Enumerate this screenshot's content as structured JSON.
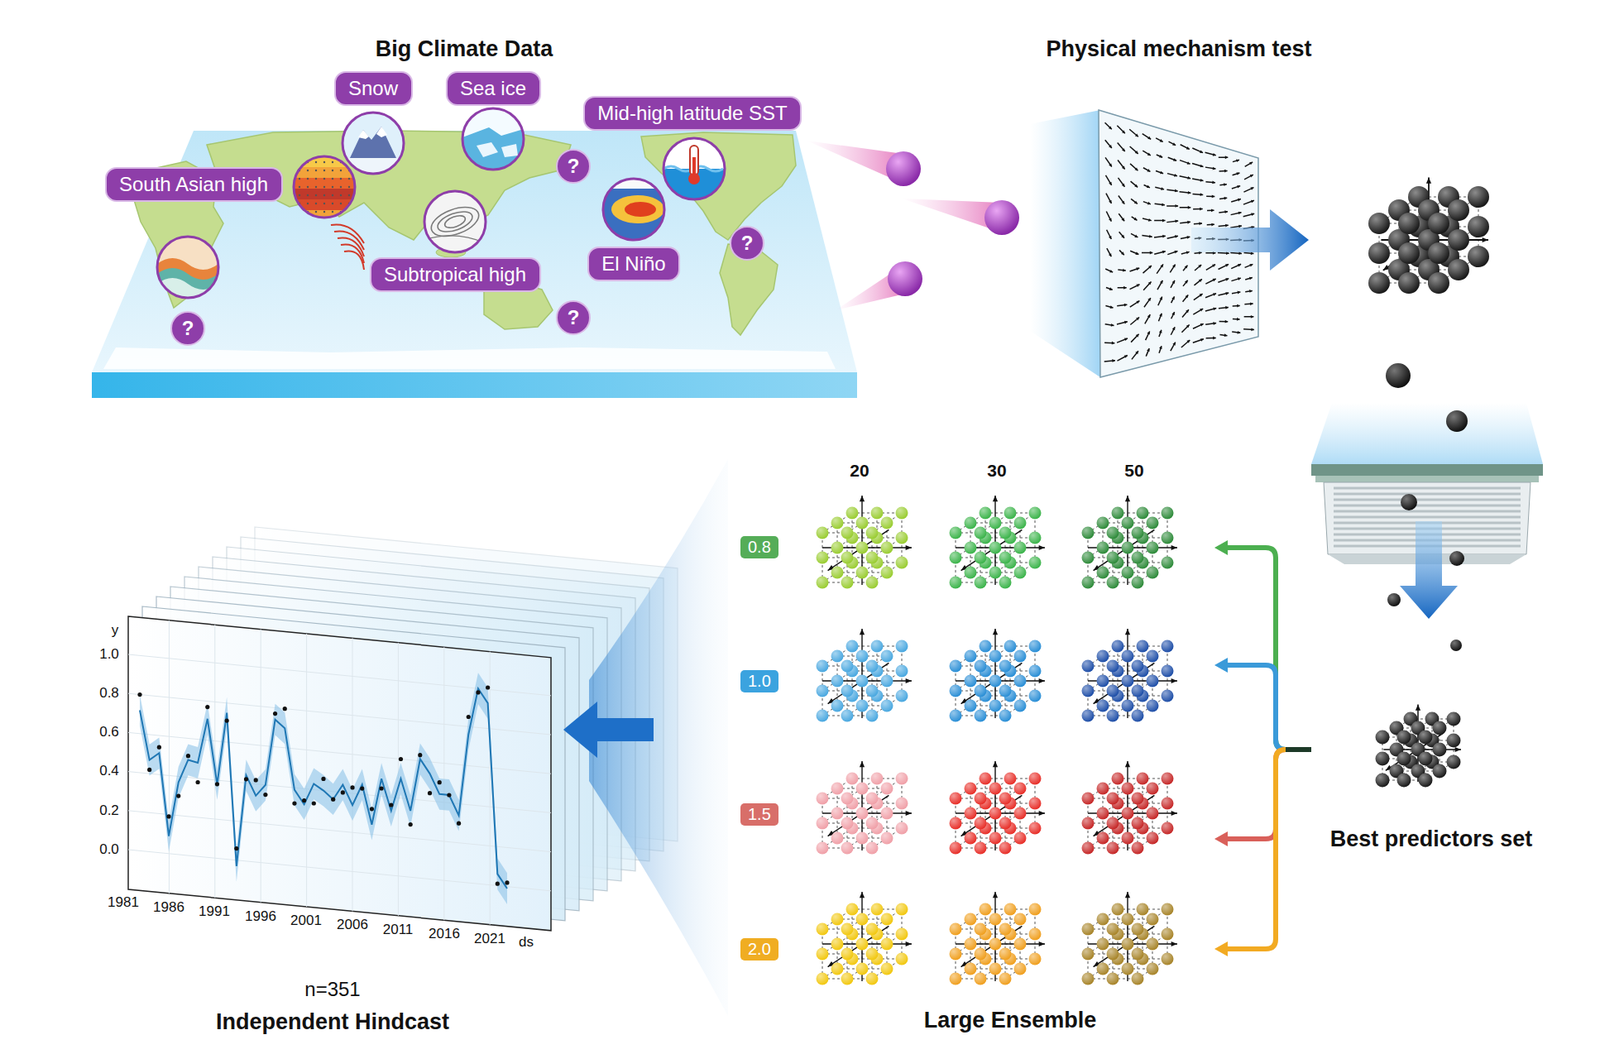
{
  "diagram": {
    "nodes": [
      {
        "text": [
          "Snow"
        ]
      },
      {
        "text": [
          "Sea ice"
        ]
      },
      {
        "text": [
          "Mid-high latitude SST"
        ]
      },
      {
        "text": [
          "South Asian high"
        ]
      },
      {
        "text": [
          "Subtropical high"
        ]
      },
      {
        "text": [
          "El Niño"
        ]
      },
      {
        "text": [
          "?"
        ]
      },
      {
        "text": [
          "?"
        ]
      },
      {
        "text": [
          "?"
        ]
      },
      {
        "text": [
          "?"
        ]
      },
      {
        "text": [
          "Best predictors set"
        ]
      },
      {
        "text": [
          "0.8"
        ]
      },
      {
        "text": [
          "1.0"
        ]
      },
      {
        "text": [
          "1.5"
        ]
      },
      {
        "text": [
          "2.0"
        ]
      }
    ],
    "edges": [
      {
        "from": 10,
        "to": 11,
        "arrow": "to"
      },
      {
        "from": 10,
        "to": 12,
        "arrow": "to"
      },
      {
        "from": 10,
        "to": 13,
        "arrow": "to"
      },
      {
        "from": 10,
        "to": 14,
        "arrow": "to"
      }
    ],
    "labels": [
      "Big Climate Data",
      "Physical mechanism test",
      "20",
      "30",
      "50",
      "Large Ensemble",
      "y",
      "1.0",
      "0.8",
      "0.6",
      "0.4",
      "0.2",
      "0.0",
      "1981",
      "1986",
      "1991",
      "1996",
      "2001",
      "2006",
      "2011",
      "2016",
      "2021",
      "ds",
      "n=351",
      "Independent Hindcast"
    ]
  }
}
